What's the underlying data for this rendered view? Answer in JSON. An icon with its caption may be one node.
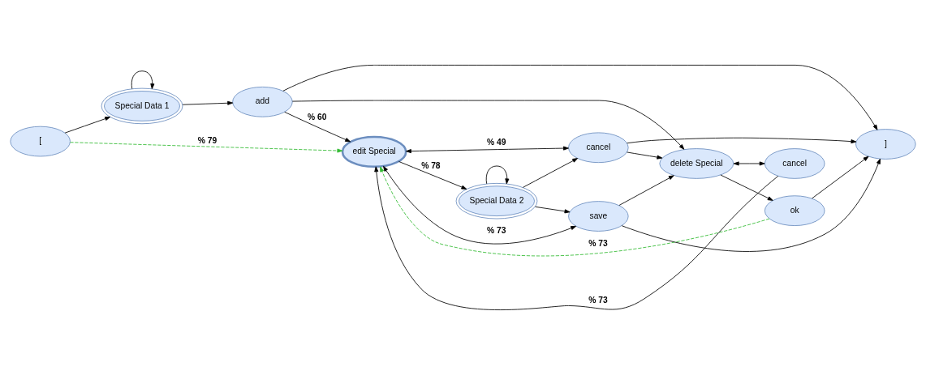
{
  "diagram": {
    "nodes": [
      {
        "text": [
          "["
        ]
      },
      {
        "text": [
          "Special Data 1"
        ]
      },
      {
        "text": [
          "add"
        ]
      },
      {
        "text": [
          "edit Special"
        ]
      },
      {
        "text": [
          "Special Data 2"
        ]
      },
      {
        "text": [
          "save"
        ]
      },
      {
        "text": [
          "cancel"
        ]
      },
      {
        "text": [
          "delete Special"
        ]
      },
      {
        "text": [
          "ok"
        ]
      },
      {
        "text": [
          "cancel"
        ]
      },
      {
        "text": [
          "]"
        ]
      }
    ],
    "edges": [
      {
        "from": 0,
        "to": 1,
        "arrow": "to"
      },
      {
        "from": 1,
        "to": 1,
        "arrow": "to"
      },
      {
        "from": 1,
        "to": 2,
        "arrow": "to"
      },
      {
        "from": 2,
        "to": 10,
        "arrow": "to"
      },
      {
        "from": 2,
        "to": 7,
        "arrow": "to"
      },
      {
        "from": 2,
        "to": 3,
        "arrow": "to",
        "label": "% 60"
      },
      {
        "from": 0,
        "to": 3,
        "arrow": "to",
        "label": "% 79",
        "style": "dashed",
        "color": "#33bb33"
      },
      {
        "from": 3,
        "to": 5,
        "arrow": "both",
        "label": "% 73"
      },
      {
        "from": 3,
        "to": 4,
        "arrow": "to",
        "label": "% 78"
      },
      {
        "from": 4,
        "to": 4,
        "arrow": "to"
      },
      {
        "from": 4,
        "to": 5,
        "arrow": "to"
      },
      {
        "from": 4,
        "to": 6,
        "arrow": "to"
      },
      {
        "from": 3,
        "to": 6,
        "arrow": "both",
        "label": "% 49"
      },
      {
        "from": 5,
        "to": 7,
        "arrow": "to"
      },
      {
        "from": 6,
        "to": 7,
        "arrow": "to"
      },
      {
        "from": 7,
        "to": 8,
        "arrow": "to"
      },
      {
        "from": 7,
        "to": 9,
        "arrow": "both"
      },
      {
        "from": 8,
        "to": 10,
        "arrow": "to"
      },
      {
        "from": 5,
        "to": 10,
        "arrow": "to"
      },
      {
        "from": 6,
        "to": 10,
        "arrow": "to"
      },
      {
        "from": 9,
        "to": 3,
        "arrow": "to",
        "label": "% 73"
      },
      {
        "from": 8,
        "to": 3,
        "arrow": "to",
        "label": "% 73",
        "style": "dashed",
        "color": "#33bb33"
      }
    ]
  }
}
